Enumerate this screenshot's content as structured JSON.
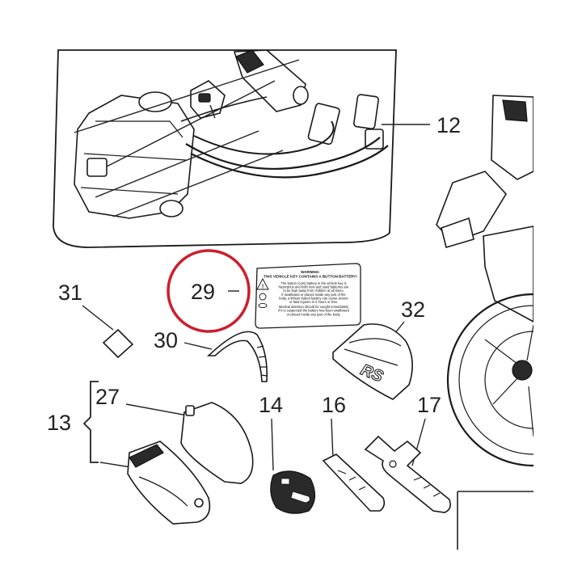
{
  "diagram": {
    "callouts": {
      "c12": "12",
      "c29": "29",
      "c31": "31",
      "c30": "30",
      "c32": "32",
      "c27": "27",
      "c13": "13",
      "c14": "14",
      "c16": "16",
      "c17": "17"
    },
    "warning_label": {
      "title_1": "WARNING:",
      "title_2": "THIS VEHICLE KEY CONTAINS A BUTTON BATTERY!",
      "para_1": [
        "The button (coin) battery in the vehicle key is",
        "hazardous and both new and used batteries are",
        "to be kept away from children at all times.",
        "If swallowed or placed inside any part of the",
        "body, a lithium button battery can cause severe",
        "or fatal injuries in 2 hours or less."
      ],
      "para_2": [
        "Medical attention should be sought immediately",
        "if it is suspected the battery has been swallowed",
        "or placed inside any part of the body."
      ]
    },
    "key_fob_lettering": "RS",
    "highlight_color": "#cc1f2e",
    "line_color": "#1a1a1a"
  }
}
